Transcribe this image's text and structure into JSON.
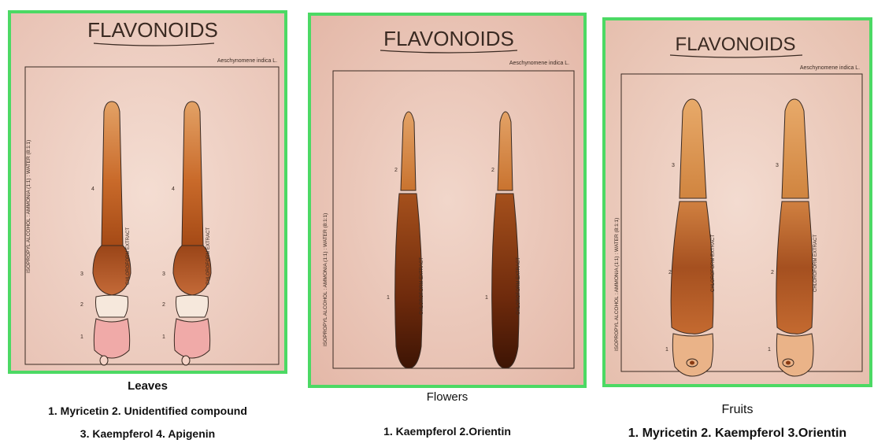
{
  "panels": [
    {
      "heading": "FLAVONOIDS",
      "species": "Aeschynomene indica L.",
      "solvent": "ISOPROPYL ALCOHOL : AMMONIA (1:1) : WATER (8:1:1)",
      "extract": "CHLOROFORM EXTRACT",
      "band_marks": [
        "1",
        "2",
        "3",
        "4"
      ],
      "caption_title": "Leaves",
      "caption_lines": [
        "1. Myricetin  2. Unidentified compound",
        "3. Kaempferol   4. Apigenin"
      ]
    },
    {
      "heading": "FLAVONOIDS",
      "species": "Aeschynomene indica L.",
      "solvent": "ISOPROPYL ALCOHOL : AMMONIA (1:1) : WATER (8:1:1)",
      "extract": "CHLOROFORM EXTRACT",
      "band_marks": [
        "1",
        "2"
      ],
      "caption_title": "Flowers",
      "caption_lines": [
        "1. Kaempferol   2.Orientin"
      ]
    },
    {
      "heading": "FLAVONOIDS",
      "species": "Aeschynomene indica L.",
      "solvent": "ISOPROPYL ALCOHOL : AMMONIA (1:1) : WATER (8:1:1)",
      "extract": "CHLOROFORM EXTRACT",
      "band_marks": [
        "1",
        "2",
        "3"
      ],
      "caption_title": "Fruits",
      "caption_lines": [
        "1. Myricetin  2. Kaempferol   3.Orientin"
      ]
    }
  ],
  "colors": {
    "frame": "#4cd964",
    "paper": "#f3d9cf",
    "ink": "#3a2a22",
    "band_orange": "#d4803f",
    "band_dark": "#8a3a12",
    "band_pink": "#f0aaa8"
  }
}
